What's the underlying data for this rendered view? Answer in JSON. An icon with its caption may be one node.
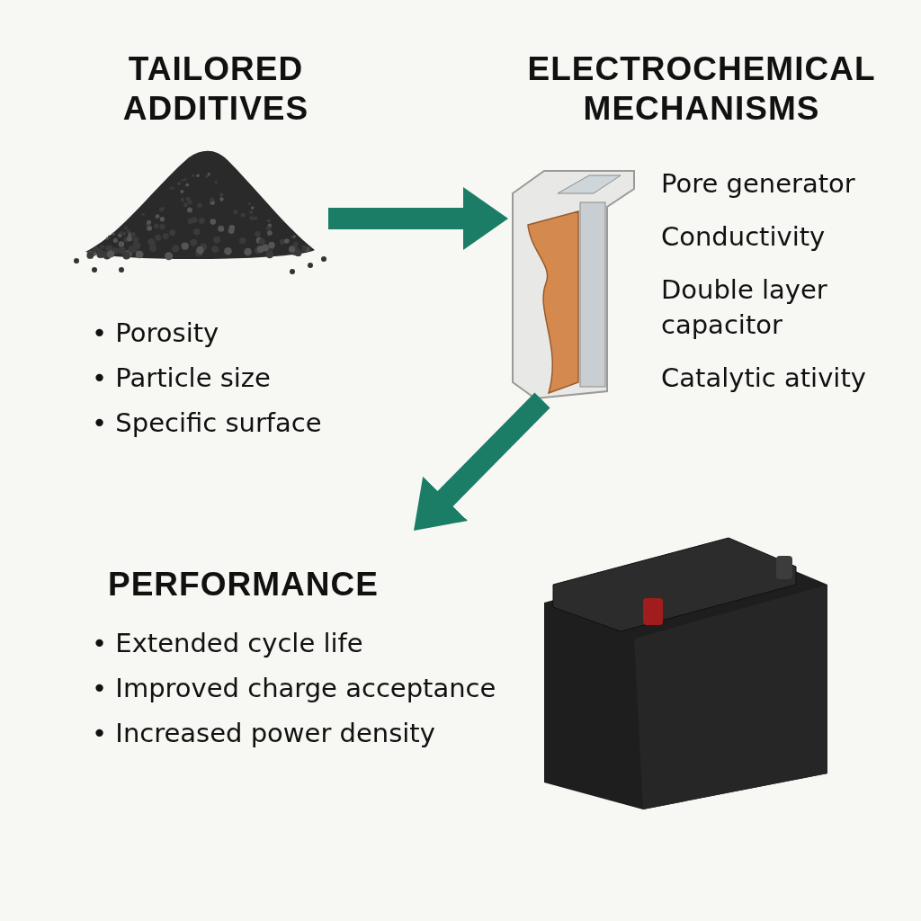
{
  "diagram": {
    "nodes": [
      {
        "text": [
          "TAILORED ADDITIVES",
          "• Porosity",
          "• Particle size",
          "• Specific surface"
        ]
      },
      {
        "text": [],
        "shape": "picture",
        "in": 0
      },
      {
        "text": [
          "ELECTROCHEMICAL MECHANISMS",
          "Pore generator",
          "Conductivity",
          "Double layer capacitor",
          "Catalytic ativity"
        ]
      },
      {
        "text": [],
        "shape": "picture",
        "in": 2
      },
      {
        "text": [
          "PERFORMANCE",
          "• Extended cycle life",
          "• Improved charge acceptance",
          "• Increased power density"
        ]
      },
      {
        "text": [],
        "shape": "picture",
        "in": 4
      }
    ],
    "edges": [
      {
        "from": 1,
        "to": 3,
        "arrow": "to"
      },
      {
        "from": 3,
        "to": 4,
        "arrow": "to"
      }
    ]
  }
}
